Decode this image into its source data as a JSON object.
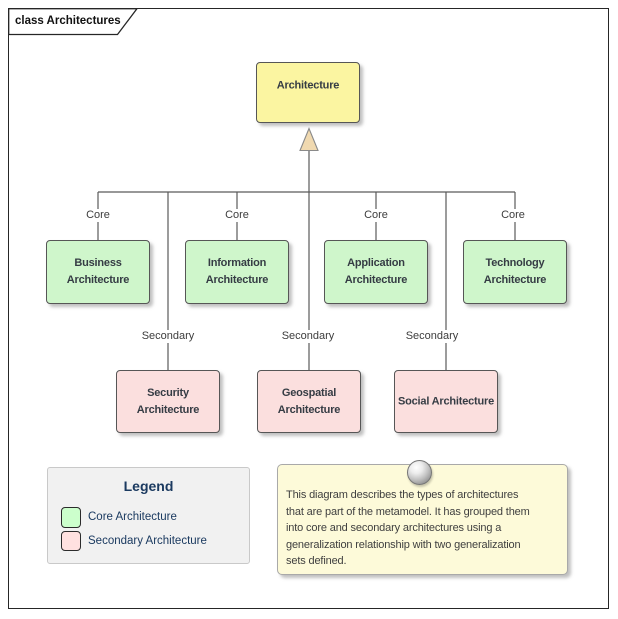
{
  "frame": {
    "title": "class Architectures"
  },
  "diagram": {
    "parent_class": {
      "name": "Architecture"
    },
    "core_set_label": "Core",
    "secondary_set_label": "Secondary",
    "core_classes": [
      {
        "name": "Business\nArchitecture"
      },
      {
        "name": "Information\nArchitecture"
      },
      {
        "name": "Application\nArchitecture"
      },
      {
        "name": "Technology\nArchitecture"
      }
    ],
    "secondary_classes": [
      {
        "name": "Security\nArchitecture"
      },
      {
        "name": "Geospatial\nArchitecture"
      },
      {
        "name": "Social Architecture"
      }
    ]
  },
  "legend": {
    "title": "Legend",
    "items": [
      {
        "label": "Core Architecture",
        "swatch_color": "#CCFFCC"
      },
      {
        "label": "Secondary Architecture",
        "swatch_color": "#FFE1E0"
      }
    ]
  },
  "note": {
    "lines": [
      "This diagram describes the types of architectures",
      "that are part of the metamodel. It has grouped them",
      "into core and secondary architectures using a",
      "generalization relationship with two generalization",
      "sets defined."
    ]
  },
  "colors": {
    "parent_fill": "#FBF5A1",
    "core_fill": "#CFF6CB",
    "secondary_fill": "#FBDFDE",
    "note_fill": "#FDFAD9",
    "legend_bg": "#F1F1F1",
    "legend_text": "#1B3A60",
    "connector": "#5A5A5A",
    "generalization_arrow_fill": "#F0D9B0"
  }
}
